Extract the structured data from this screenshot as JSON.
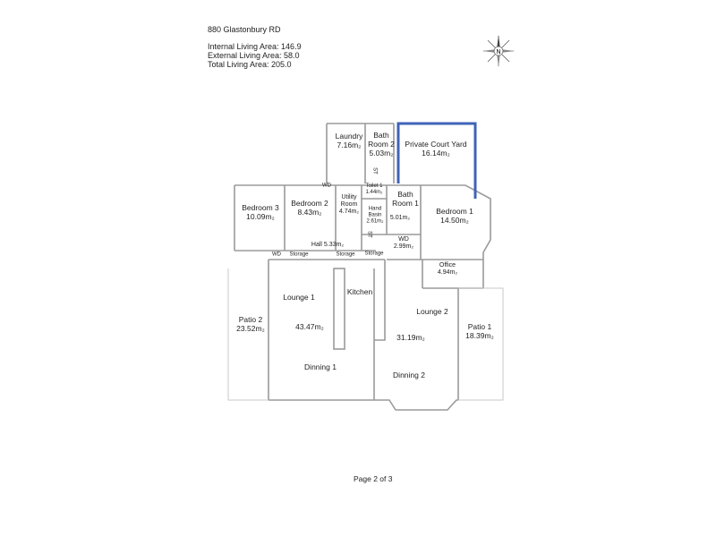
{
  "header": {
    "address": "880 Glastonbury RD",
    "internal": "Internal Living Area: 146.9",
    "external": "External Living Area: 58.0",
    "total": "Total Living Area: 205.0"
  },
  "compass": {
    "letter": "N"
  },
  "rooms": {
    "laundry": {
      "name": "Laundry",
      "area": "7.16m₂"
    },
    "bath2": {
      "name": "Bath Room 2",
      "area": "5.03m₂"
    },
    "court": {
      "name": "Private Court Yard",
      "area": "16.14m₂"
    },
    "toilet1": {
      "name": "Toilet 1",
      "area": "1.44m₂"
    },
    "bath1": {
      "name": "Bath Room 1",
      "area": "5.01m₂"
    },
    "bedroom1": {
      "name": "Bedroom 1",
      "area": "14.50m₂"
    },
    "bedroom3": {
      "name": "Bedroom 3",
      "area": "10.09m₂"
    },
    "bedroom2": {
      "name": "Bedroom 2",
      "area": "8.43m₂"
    },
    "utility": {
      "name": "Utility Room",
      "area": "4.74m₂"
    },
    "handbasin": {
      "name": "Hand Basin",
      "area": "2.61m₂"
    },
    "wd2": {
      "name": "WD",
      "area": "2.99m₂"
    },
    "hall": {
      "name": "Hall 5.33m₂"
    },
    "office": {
      "name": "Office",
      "area": "4.94m₂"
    },
    "lounge1": {
      "name": "Lounge 1"
    },
    "kitchen": {
      "name": "Kitchen"
    },
    "lounge1area": {
      "area": "43.47m₂"
    },
    "dinning1": {
      "name": "Dinning 1"
    },
    "lounge2": {
      "name": "Lounge 2"
    },
    "lounge2area": {
      "area": "31.19m₂"
    },
    "dinning2": {
      "name": "Dinning 2"
    },
    "patio2": {
      "name": "Patio 2",
      "area": "23.52m₂"
    },
    "patio1": {
      "name": "Patio 1",
      "area": "18.39m₂"
    }
  },
  "markers": {
    "wd_top": "WD",
    "wd_left": "WD",
    "storage1": "Storage",
    "storage2": "Storage",
    "storage3": "Storage",
    "st1": "ST",
    "st2": "ST"
  },
  "footer": {
    "page": "Page 2 of 3"
  },
  "colors": {
    "wall": "#9a9a9a",
    "highlight": "#3f63b8",
    "text": "#222222"
  }
}
